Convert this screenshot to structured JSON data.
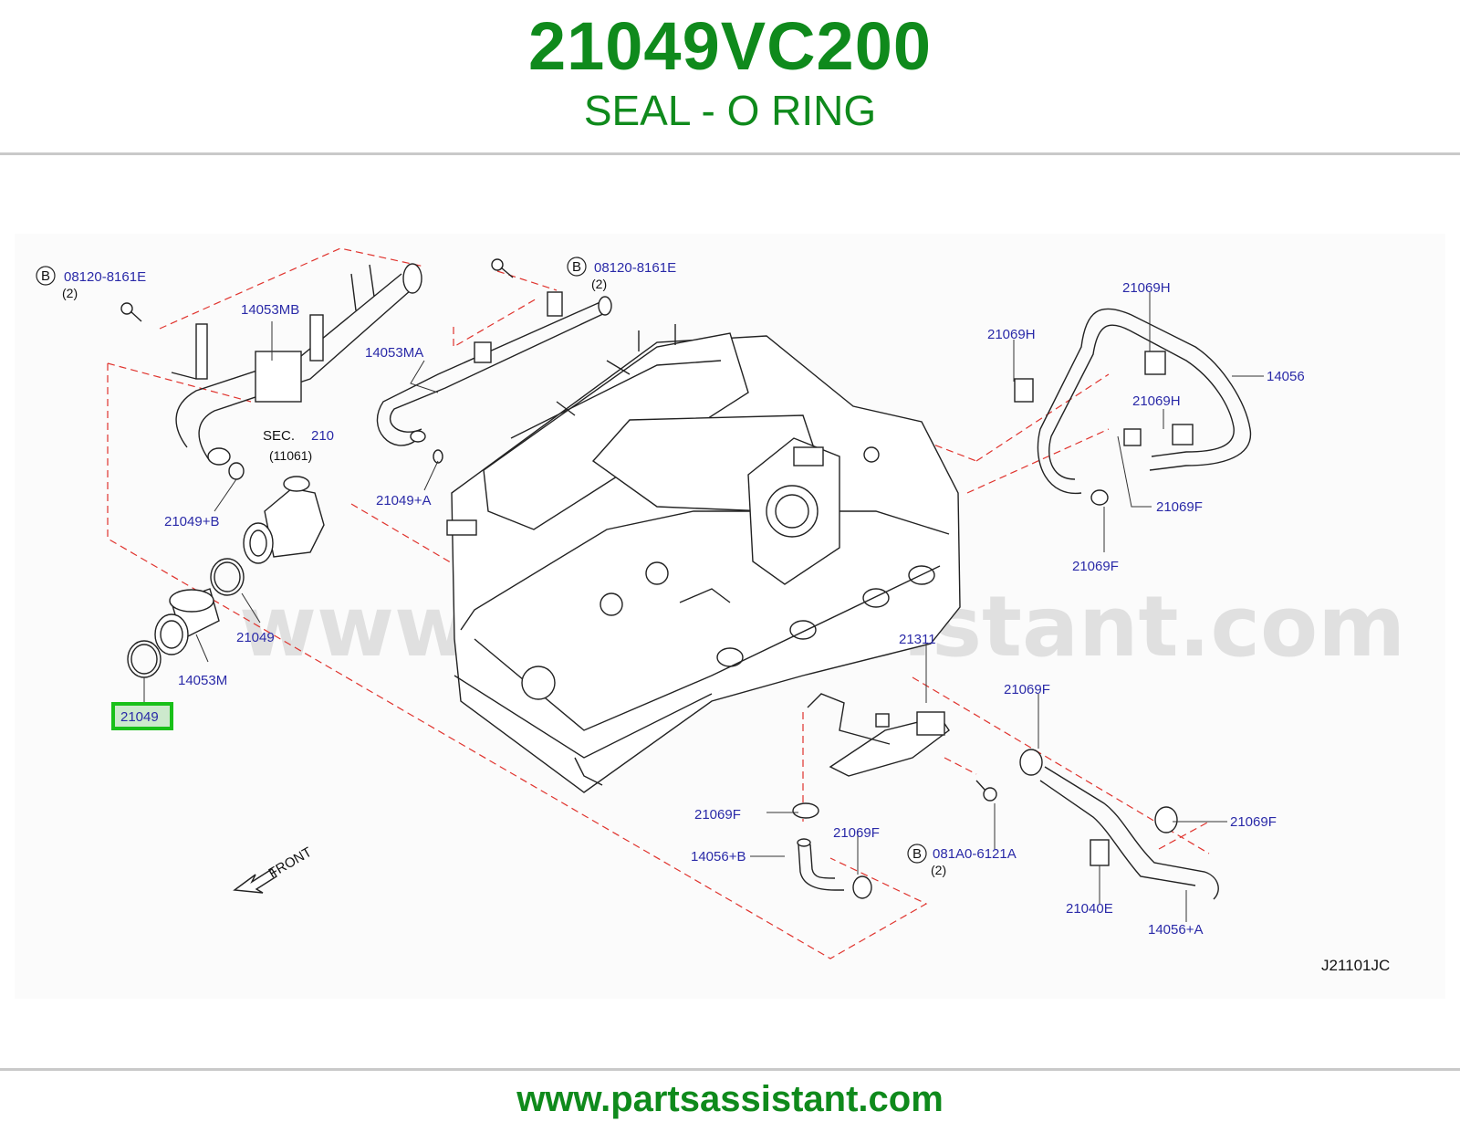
{
  "header": {
    "part_number": "21049VC200",
    "description": "SEAL - O RING"
  },
  "footer": {
    "url": "www.partsassistant.com"
  },
  "diagram": {
    "watermark": "www.partsassistant.com",
    "code": "J21101JC",
    "front_label": "FRONT",
    "section_ref": {
      "prefix": "SEC.",
      "number": "210",
      "sub": "(11061)"
    },
    "bolt_badge": "B",
    "highlighted_part": "21049",
    "callouts": {
      "bolt_08120_left": "08120-8161E",
      "bolt_08120_left_qty": "(2)",
      "bolt_08120_mid": "08120-8161E",
      "bolt_08120_mid_qty": "(2)",
      "bolt_081a0": "081A0-6121A",
      "bolt_081a0_qty": "(2)",
      "p14053MB": "14053MB",
      "p14053MA": "14053MA",
      "p21049A": "21049+A",
      "p21049B": "21049+B",
      "p21049_upper": "21049",
      "p21049_lower": "21049",
      "p14053M": "14053M",
      "p21069H_left": "21069H",
      "p21069H_top": "21069H",
      "p21069H_mid": "21069H",
      "p14056": "14056",
      "p21069F_right": "21069F",
      "p21069F_lower": "21069F",
      "p21311": "21311",
      "p21069F_mid": "21069F",
      "p21069F_left": "21069F",
      "p21069F_bottom": "21069F",
      "p14056B": "14056+B",
      "p21069F_far_right": "21069F",
      "p21040E": "21040E",
      "p14056A": "14056+A"
    }
  },
  "colors": {
    "brand_green": "#0f8a1c",
    "label_blue": "#2a2aa8",
    "dash_red": "#e0332d",
    "highlight_green": "#19c019"
  }
}
